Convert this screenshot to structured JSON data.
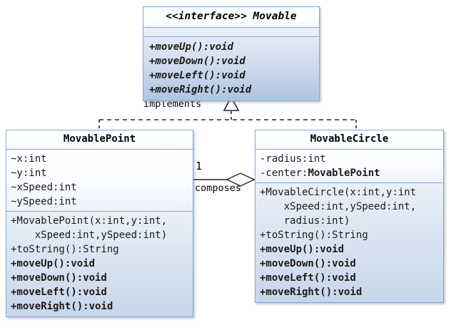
{
  "diagram": {
    "type": "uml-class-diagram",
    "background": "#ffffff",
    "border_color": "#8ba5ca",
    "line_color": "#595959"
  },
  "interface": {
    "stereotype": "<<interface>>",
    "name": "Movable",
    "title": "<<interface>>  Movable",
    "attributes": [],
    "methods": [
      "+moveUp():void",
      "+moveDown():void",
      "+moveLeft():void",
      "+moveRight():void"
    ]
  },
  "classes": [
    {
      "id": "movable-point",
      "name": "MovablePoint",
      "attributes": [
        "~x:int",
        "~y:int",
        "~xSpeed:int",
        "~ySpeed:int"
      ],
      "methods": [
        {
          "text": "+MovablePoint(x:int,y:int,",
          "bold": false
        },
        {
          "text": "    xSpeed:int,ySpeed:int)",
          "bold": false
        },
        {
          "text": "+toString():String",
          "bold": false
        },
        {
          "text": "+moveUp():void",
          "bold": true
        },
        {
          "text": "+moveDown():void",
          "bold": true
        },
        {
          "text": "+moveLeft():void",
          "bold": true
        },
        {
          "text": "+moveRight():void",
          "bold": true
        }
      ]
    },
    {
      "id": "movable-circle",
      "name": "MovableCircle",
      "attributes_rich": [
        {
          "prefix": "-radius:int",
          "type_ref": ""
        },
        {
          "prefix": "-center:",
          "type_ref": "MovablePoint"
        }
      ],
      "methods": [
        {
          "text": "+MovableCircle(x:int,y:int",
          "bold": false
        },
        {
          "text": "    xSpeed:int,ySpeed:int,",
          "bold": false
        },
        {
          "text": "    radius:int)",
          "bold": false
        },
        {
          "text": "+toString():String",
          "bold": false
        },
        {
          "text": "+moveUp():void",
          "bold": true
        },
        {
          "text": "+moveDown():void",
          "bold": true
        },
        {
          "text": "+moveLeft():void",
          "bold": true
        },
        {
          "text": "+moveRight():void",
          "bold": true
        }
      ]
    }
  ],
  "relationships": {
    "realization": {
      "label": "implements",
      "style": "dashed",
      "arrowhead": "hollow-triangle",
      "from": [
        "MovablePoint",
        "MovableCircle"
      ],
      "to": "Movable"
    },
    "aggregation": {
      "label": "composes",
      "multiplicity_source": "1",
      "arrowhead": "hollow-diamond",
      "from": "MovablePoint",
      "to": "MovableCircle"
    }
  }
}
